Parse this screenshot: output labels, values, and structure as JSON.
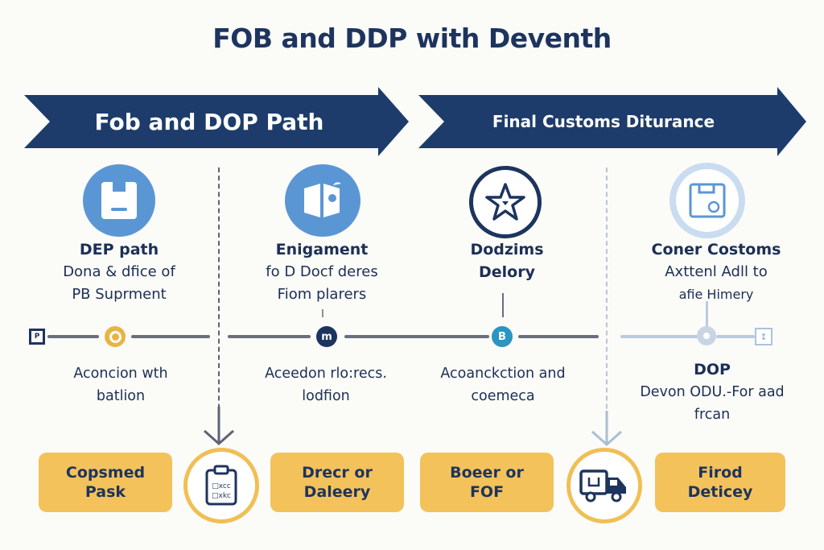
{
  "title": "FOB and DDP with Deventh",
  "banners": [
    {
      "label": "Fob and DOP Path"
    },
    {
      "label": "Final Customs Diturance"
    }
  ],
  "columns": [
    {
      "icon": "document-tray-icon",
      "heading": "DEP path",
      "body": [
        "Dona & dfice of",
        "PB Suprment"
      ]
    },
    {
      "icon": "open-book-icon",
      "heading": "Enigament",
      "body": [
        "fo D Docf deres",
        "Fiom plarers"
      ]
    },
    {
      "icon": "star-icon",
      "heading": "Dodzims",
      "body": [
        "Delory"
      ]
    },
    {
      "icon": "box-package-icon",
      "heading": "Coner Costoms",
      "body": [
        "Axttenl Adll to",
        "afie Himery"
      ]
    }
  ],
  "timeline": {
    "start_marker": "P",
    "end_marker": "↕",
    "nodes": [
      {
        "label": "",
        "color": "#e9b443"
      },
      {
        "label": "m",
        "color": "#1d345e"
      },
      {
        "label": "B",
        "color": "#2a95c1"
      },
      {
        "label": "",
        "color": "#b9cbdd"
      }
    ]
  },
  "lower_texts": [
    {
      "heading": "",
      "lines": [
        "Aconcion wth",
        "batlion"
      ]
    },
    {
      "heading": "",
      "lines": [
        "Aceedon rlo:recs.",
        "lodfion"
      ]
    },
    {
      "heading": "",
      "lines": [
        "Acoanckction and",
        "coemeca"
      ]
    },
    {
      "heading": "DOP",
      "lines": [
        "Devon ODU.-For aad",
        "frcan"
      ]
    }
  ],
  "bottom": {
    "pills": [
      {
        "lines": [
          "Copsmed",
          "Pask"
        ]
      },
      {
        "lines": [
          "Drecr or",
          "Daleery"
        ]
      },
      {
        "lines": [
          "Boeer or",
          "FOF"
        ]
      },
      {
        "lines": [
          "Firod",
          "Deticey"
        ]
      }
    ],
    "rings": [
      {
        "icon": "clipboard-checklist-icon",
        "rows": [
          "□xcc",
          "□xkc"
        ]
      },
      {
        "icon": "delivery-truck-icon"
      }
    ]
  },
  "colors": {
    "navy": "#1d345e",
    "blue": "#5b96d4",
    "light_blue": "#c9dcf0",
    "gold": "#f4c25a",
    "teal": "#2a95c1"
  }
}
